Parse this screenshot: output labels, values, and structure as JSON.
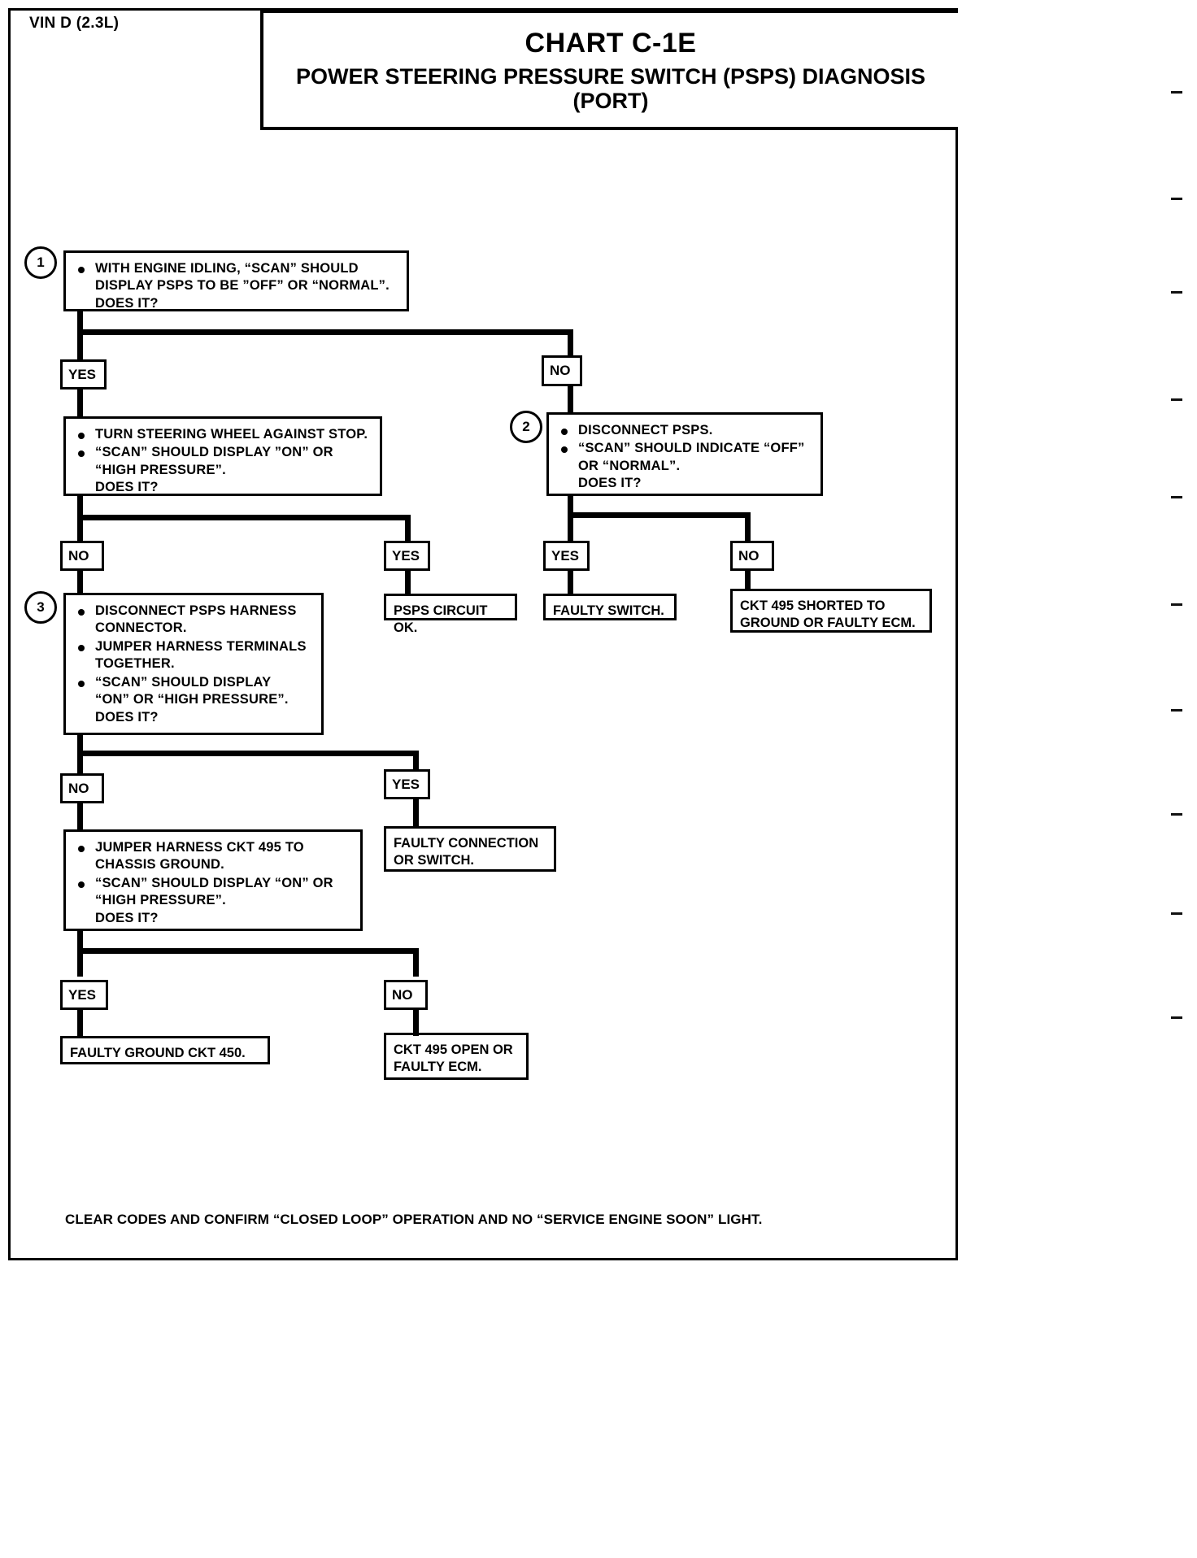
{
  "header": {
    "vin": "VIN D (2.3L)",
    "chart_id": "CHART C-1E",
    "title": "POWER STEERING PRESSURE SWITCH (PSPS) DIAGNOSIS",
    "title_line2": "(PORT)"
  },
  "footer": {
    "note": "CLEAR CODES AND CONFIRM “CLOSED LOOP”  OPERATION AND NO “SERVICE ENGINE SOON” LIGHT."
  },
  "chart_data": {
    "type": "diagram",
    "diagram_kind": "diagnostic-flowchart",
    "title": "CHART C-1E — POWER STEERING PRESSURE SWITCH (PSPS) DIAGNOSIS (PORT)",
    "nodes": [
      {
        "id": "step1",
        "marker": "1",
        "kind": "decision",
        "bullets": [
          [
            "WITH ENGINE IDLING, “SCAN” SHOULD",
            "DISPLAY PSPS TO BE ”OFF”  OR “NORMAL”.",
            "DOES IT?"
          ]
        ]
      },
      {
        "id": "step1_yes",
        "kind": "branch-label",
        "label": "YES"
      },
      {
        "id": "step1_no",
        "kind": "branch-label",
        "label": "NO"
      },
      {
        "id": "stepA",
        "marker": "",
        "kind": "decision",
        "bullets": [
          [
            "TURN STEERING WHEEL AGAINST STOP."
          ],
          [
            "“SCAN” SHOULD DISPLAY ”ON” OR",
            "“HIGH PRESSURE”.",
            "DOES IT?"
          ]
        ]
      },
      {
        "id": "step2",
        "marker": "2",
        "kind": "decision",
        "bullets": [
          [
            "DISCONNECT PSPS."
          ],
          [
            "“SCAN” SHOULD INDICATE  “OFF”",
            "OR “NORMAL”.",
            "DOES IT?"
          ]
        ]
      },
      {
        "id": "stepA_no",
        "kind": "branch-label",
        "label": "NO"
      },
      {
        "id": "stepA_yes",
        "kind": "branch-label",
        "label": "YES"
      },
      {
        "id": "step2_yes",
        "kind": "branch-label",
        "label": "YES"
      },
      {
        "id": "step2_no",
        "kind": "branch-label",
        "label": "NO"
      },
      {
        "id": "res_circuit_ok",
        "kind": "terminal",
        "lines": [
          "PSPS CIRCUIT OK."
        ]
      },
      {
        "id": "res_faulty_switch",
        "kind": "terminal",
        "lines": [
          "FAULTY SWITCH."
        ]
      },
      {
        "id": "res_ckt495_short",
        "kind": "terminal",
        "lines": [
          "CKT 495 SHORTED TO",
          "GROUND OR FAULTY ECM."
        ]
      },
      {
        "id": "step3",
        "marker": "3",
        "kind": "decision",
        "bullets": [
          [
            "DISCONNECT PSPS  HARNESS",
            "CONNECTOR."
          ],
          [
            "JUMPER HARNESS TERMINALS",
            "TOGETHER."
          ],
          [
            "“SCAN” SHOULD DISPLAY",
            "“ON” OR “HIGH PRESSURE”.",
            "DOES IT?"
          ]
        ]
      },
      {
        "id": "step3_no",
        "kind": "branch-label",
        "label": "NO"
      },
      {
        "id": "step3_yes",
        "kind": "branch-label",
        "label": "YES"
      },
      {
        "id": "res_faulty_conn",
        "kind": "terminal",
        "lines": [
          "FAULTY CONNECTION",
          "OR  SWITCH."
        ]
      },
      {
        "id": "step4",
        "marker": "",
        "kind": "decision",
        "bullets": [
          [
            "JUMPER HARNESS CKT 495 TO",
            "CHASSIS GROUND."
          ],
          [
            "“SCAN” SHOULD DISPLAY “ON” OR",
            "“HIGH PRESSURE”.",
            "DOES IT?"
          ]
        ]
      },
      {
        "id": "step4_yes",
        "kind": "branch-label",
        "label": "YES"
      },
      {
        "id": "step4_no",
        "kind": "branch-label",
        "label": "NO"
      },
      {
        "id": "res_faulty_ground",
        "kind": "terminal",
        "lines": [
          "FAULTY GROUND CKT  450."
        ]
      },
      {
        "id": "res_ckt495_open",
        "kind": "terminal",
        "lines": [
          "CKT 495 OPEN OR",
          "FAULTY ECM."
        ]
      }
    ],
    "edges": [
      {
        "from": "step1",
        "to": "stepA",
        "label": "YES"
      },
      {
        "from": "step1",
        "to": "step2",
        "label": "NO"
      },
      {
        "from": "stepA",
        "to": "step3",
        "label": "NO"
      },
      {
        "from": "stepA",
        "to": "res_circuit_ok",
        "label": "YES"
      },
      {
        "from": "step2",
        "to": "res_faulty_switch",
        "label": "YES"
      },
      {
        "from": "step2",
        "to": "res_ckt495_short",
        "label": "NO"
      },
      {
        "from": "step3",
        "to": "step4",
        "label": "NO"
      },
      {
        "from": "step3",
        "to": "res_faulty_conn",
        "label": "YES"
      },
      {
        "from": "step4",
        "to": "res_faulty_ground",
        "label": "YES"
      },
      {
        "from": "step4",
        "to": "res_ckt495_open",
        "label": "NO"
      }
    ]
  },
  "boxes": {
    "step1": {
      "b1l1": "WITH ENGINE IDLING, “SCAN” SHOULD",
      "b1l2": "DISPLAY PSPS TO BE ”OFF”  OR “NORMAL”.",
      "b1l3": "DOES IT?",
      "marker": "1"
    },
    "stepA": {
      "b1l1": "TURN STEERING WHEEL AGAINST STOP.",
      "b2l1": "“SCAN” SHOULD DISPLAY ”ON” OR",
      "b2l2": "“HIGH PRESSURE”.",
      "b2l3": "DOES IT?"
    },
    "step2": {
      "marker": "2",
      "b1l1": "DISCONNECT PSPS.",
      "b2l1": "“SCAN” SHOULD INDICATE  “OFF”",
      "b2l2": "OR “NORMAL”.",
      "b2l3": "DOES IT?"
    },
    "step3": {
      "marker": "3",
      "b1l1": "DISCONNECT PSPS  HARNESS",
      "b1l2": "CONNECTOR.",
      "b2l1": "JUMPER HARNESS TERMINALS",
      "b2l2": "TOGETHER.",
      "b3l1": "“SCAN” SHOULD DISPLAY",
      "b3l2": "“ON” OR “HIGH PRESSURE”.",
      "b3l3": "DOES IT?"
    },
    "step4": {
      "b1l1": "JUMPER HARNESS CKT 495 TO",
      "b1l2": "CHASSIS GROUND.",
      "b2l1": "“SCAN” SHOULD DISPLAY “ON” OR",
      "b2l2": "“HIGH PRESSURE”.",
      "b2l3": "DOES IT?"
    },
    "res_circuit_ok": {
      "l1": "PSPS CIRCUIT OK."
    },
    "res_faulty_switch": {
      "l1": "FAULTY SWITCH."
    },
    "res_ckt495_short": {
      "l1": "CKT 495 SHORTED TO",
      "l2": "GROUND OR FAULTY ECM."
    },
    "res_faulty_conn": {
      "l1": "FAULTY CONNECTION",
      "l2": "OR  SWITCH."
    },
    "res_faulty_ground": {
      "l1": "FAULTY GROUND CKT  450."
    },
    "res_ckt495_open": {
      "l1": "CKT 495 OPEN OR",
      "l2": "FAULTY ECM."
    }
  },
  "labels": {
    "yes": "YES",
    "no": "NO"
  }
}
